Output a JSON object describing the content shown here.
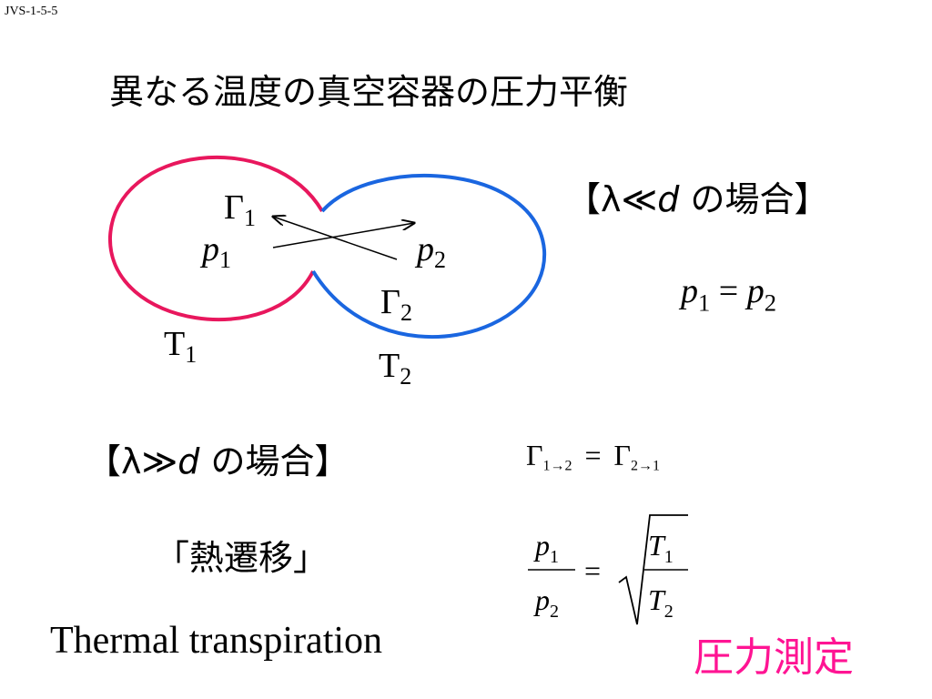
{
  "slide_id": "JVS-1-5-5",
  "title": "異なる温度の真空容器の圧力平衡",
  "case_small": {
    "open": "【λ",
    "rel": "≪",
    "d": "d",
    "tail": "の場合】",
    "eq_p": "p",
    "eq_sub1": "1",
    "eq_equals": " = ",
    "eq_sub2": "2"
  },
  "diagram": {
    "gamma": "Γ",
    "p": "p",
    "T": "T",
    "sub1": "1",
    "sub2": "2",
    "colors": {
      "left": "#e8175d",
      "right": "#1a66e0"
    }
  },
  "case_large": {
    "open": "【λ",
    "rel": "≫",
    "d": "d",
    "tail": "の場合】",
    "flux_gamma": "Γ",
    "flux_sub_left": "1→2",
    "flux_equals": "=",
    "flux_sub_right": "2→1"
  },
  "ratio": {
    "p": "p",
    "T": "T",
    "sub1": "1",
    "sub2": "2",
    "equals": "="
  },
  "jp_label": "「熱遷移」",
  "en_label": "Thermal transpiration",
  "application": "圧力測定",
  "accent": "#ff1493"
}
